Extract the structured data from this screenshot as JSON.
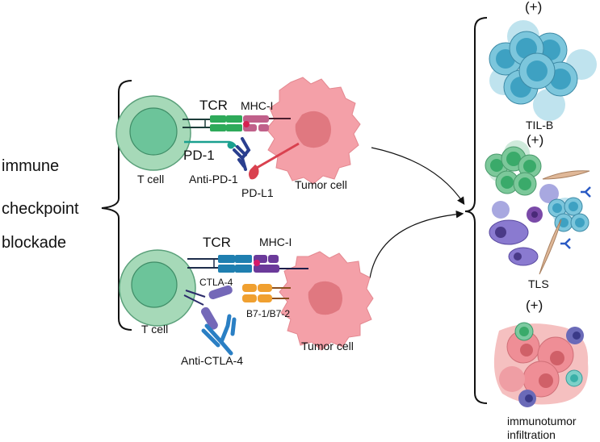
{
  "left_label": [
    "immune",
    "checkpoint",
    "blockade"
  ],
  "pd1_panel": {
    "t_cell": "T cell",
    "tcr": "TCR",
    "mhc": "MHC-I",
    "pd1": "PD-1",
    "anti_pd1": "Anti-PD-1",
    "pdl1": "PD-L1",
    "tumor_cell": "Tumor cell"
  },
  "ctla4_panel": {
    "t_cell": "T cell",
    "tcr": "TCR",
    "mhc": "MHC-I",
    "ctla4": "CTLA-4",
    "b7": "B7-1/B7-2",
    "anti_ctla4": "Anti-CTLA-4",
    "tumor_cell": "Tumor cell"
  },
  "outcomes": [
    {
      "sign": "(+)",
      "label": "TIL-B"
    },
    {
      "sign": "(+)",
      "label": "TLS"
    },
    {
      "sign": "(+)",
      "label": [
        "immunotumor",
        "infiltration"
      ]
    }
  ],
  "colors": {
    "t_cell_outer": "#a6d9b8",
    "t_cell_inner": "#6cc49a",
    "tumor": "#f4a0a8",
    "tumor_nucleus": "#e07880",
    "tcr_green": "#2eaa5a",
    "tcr_blue": "#1f7fb0",
    "mhc_pink": "#c0608a",
    "mhc_purple": "#6b3a9a",
    "pd1_teal": "#1aa08f",
    "antibody_navy": "#2a3f8f",
    "antibody_blue": "#2a7fc4",
    "pdl1_red": "#d9414f",
    "ctla4_lavender": "#7468b8",
    "b7_orange": "#f0a030",
    "tilb_blue": "#5cb8d2"
  }
}
